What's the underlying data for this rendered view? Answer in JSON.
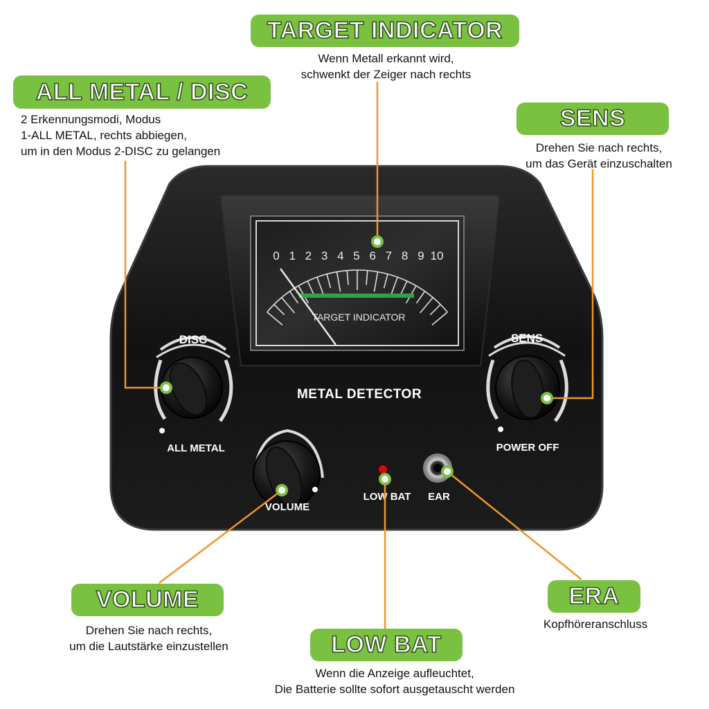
{
  "callouts": {
    "target_indicator": {
      "title": "TARGET INDICATOR",
      "line1": "Wenn Metall erkannt wird,",
      "line2": "schwenkt der Zeiger nach rechts"
    },
    "all_metal_disc": {
      "title": "ALL METAL / DISC",
      "line1": "2 Erkennungsmodi, Modus",
      "line2": "1-ALL METAL, rechts abbiegen,",
      "line3": "um in den Modus 2-DISC zu gelangen"
    },
    "sens": {
      "title": "SENS",
      "line1": "Drehen Sie nach rechts,",
      "line2": "um das Gerät einzuschalten"
    },
    "volume": {
      "title": "VOLUME",
      "line1": "Drehen Sie nach rechts,",
      "line2": "um die Lautstärke einzustellen"
    },
    "low_bat": {
      "title": "LOW BAT",
      "line1": "Wenn die Anzeige aufleuchtet,",
      "line2": "Die Batterie sollte sofort ausgetauscht werden"
    },
    "era": {
      "title": "ERA",
      "line1": "Kopfhöreranschluss"
    }
  },
  "device": {
    "name": "METAL DETECTOR",
    "meter_scale": [
      "0",
      "1",
      "2",
      "3",
      "4",
      "5",
      "6",
      "7",
      "8",
      "9",
      "10"
    ],
    "meter_label": "TARGET INDICATOR",
    "disc_label": "DISC",
    "all_metal_label": "ALL METAL",
    "sens_label": "SENS",
    "power_off_label": "POWER OFF",
    "volume_label": "VOLUME",
    "low_bat_label": "LOW BAT",
    "ear_label": "EAR"
  },
  "colors": {
    "accent_green": "#7ac142",
    "leader_orange": "#f0962a",
    "led_red": "#c0140c",
    "device_body": "#151515"
  },
  "icons": [
    "knob-icon",
    "led-icon",
    "headphone-jack-icon",
    "meter-needle-icon"
  ]
}
